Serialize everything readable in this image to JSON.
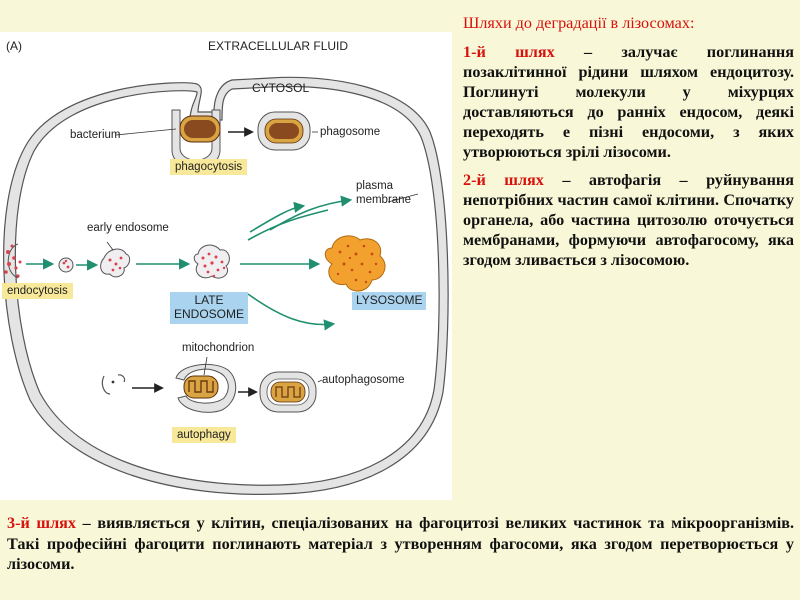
{
  "diagram": {
    "panel_label": "(A)",
    "extracellular_fluid": "EXTRACELLULAR FLUID",
    "cytosol": "CYTOSOL",
    "bacterium": "bacterium",
    "phagosome": "phagosome",
    "phagocytosis": "phagocytosis",
    "plasma_membrane_line1": "plasma",
    "plasma_membrane_line2": "membrane",
    "early_endosome": "early endosome",
    "endocytosis": "endocytosis",
    "late_endosome_line1": "LATE",
    "late_endosome_line2": "ENDOSOME",
    "lysosome": "LYSOSOME",
    "mitochondrion": "mitochondrion",
    "autophagosome": "autophagosome",
    "autophagy": "autophagy"
  },
  "right_text": {
    "heading": "Шляхи до деградації в лізосомах:",
    "p1_label": "1-й шлях",
    "p1_body": " – залучає поглинання позаклітинної рідини шляхом ендоцитозу. Поглинуті молекули у міхурцях доставляються до ранніх ендосом, деякі переходять е пізні ендосоми, з яких утворюються зрілі лізосоми.",
    "p2_label": "2-й шлях",
    "p2_body": " – автофагія – руйнування непотрібних частин самої клітини. Спочатку органела, або частина цитозолю оточується мембранами, формуючи автофагосому, яка згодом зливається з лізосомою."
  },
  "bottom_text": {
    "p3_label": "3-й шлях",
    "p3_body": " – виявляється у клітин, спеціалізованих на фагоцитозі великих частинок та мікроорганізмів. Такі професійні фагоцити поглинають матеріал з утворенням фагосоми, яка згодом перетворюється у лізосоми."
  },
  "colors": {
    "page_bg": "#f8f7d7",
    "red_text": "#d8110d",
    "membrane_fill": "#e4e4e4",
    "membrane_stroke": "#555555",
    "arrow_green": "#1f8f6f",
    "yellow_label": "#f8e99a",
    "blue_label": "#a9d3ef",
    "particle_red": "#d9434e",
    "lysosome_orange": "#f2a12f",
    "bacterium_brown": "#8a4a20",
    "bacterium_gold": "#d9a441"
  }
}
